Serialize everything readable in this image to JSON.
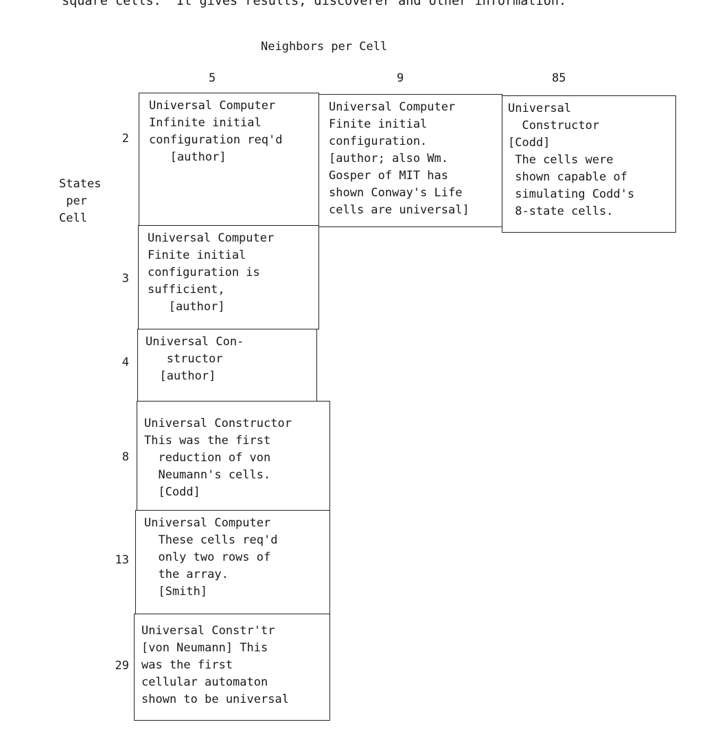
{
  "intro_line": "square cells.  It gives results, discoverer and other information.",
  "column_heading": "Neighbors per Cell",
  "row_heading": "States\n per\nCell",
  "columns": [
    "5",
    "9",
    "85"
  ],
  "rows": [
    "2",
    "3",
    "4",
    "8",
    "13",
    "29"
  ],
  "cells": {
    "r2_c5": "Universal Computer\nInfinite initial\nconfiguration req'd\n   [author]",
    "r2_c9": "Universal Computer\nFinite initial\nconfiguration.\n[author; also Wm.\nGosper of MIT has\nshown Conway's Life\ncells are universal]",
    "r2_c85": "Universal\n  Constructor\n[Codd]\n The cells were\n shown capable of\n simulating Codd's\n 8-state cells.",
    "r3_c5": "Universal Computer\nFinite initial\nconfiguration is\nsufficient,\n   [author]",
    "r4_c5": "Universal Con-\n   structor\n  [author]",
    "r8_c5": "Universal Constructor\nThis was the first\n  reduction of von\n  Neumann's cells.\n  [Codd]",
    "r13_c5": "Universal Computer\n  These cells req'd\n  only two rows of\n  the array.\n  [Smith]",
    "r29_c5": "Universal Constr'tr\n[von Neumann] This\nwas the first\ncellular automaton\nshown to be universal"
  }
}
